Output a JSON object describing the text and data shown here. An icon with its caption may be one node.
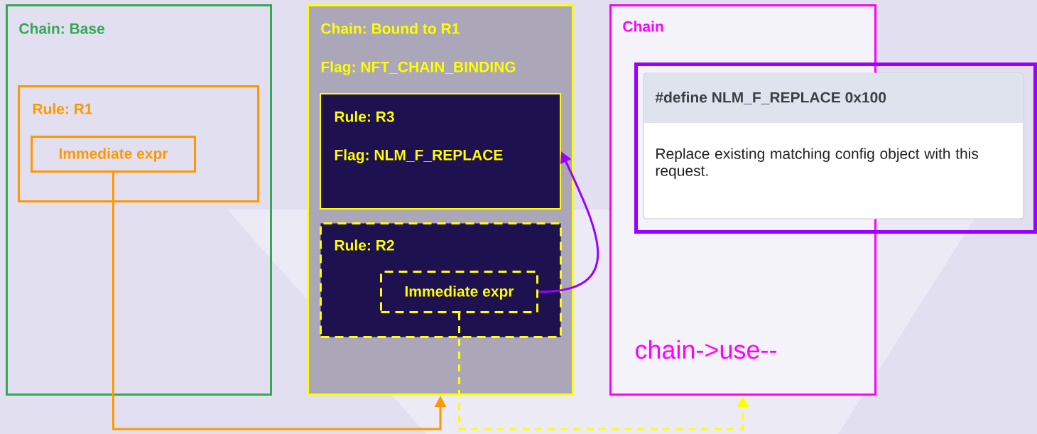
{
  "diagram": {
    "nodes": [
      {
        "text": [
          "Chain: Base"
        ]
      },
      {
        "text": [
          "Rule: R1"
        ],
        "in": 0
      },
      {
        "text": [
          "Immediate expr"
        ],
        "in": 1
      },
      {
        "text": [
          "Chain: Bound to R1",
          "Flag: NFT_CHAIN_BINDING"
        ]
      },
      {
        "text": [
          "Rule: R3",
          "Flag: NLM_F_REPLACE"
        ],
        "in": 3
      },
      {
        "text": [
          "Rule: R2"
        ],
        "in": 3
      },
      {
        "text": [
          "Immediate expr"
        ],
        "in": 5
      },
      {
        "text": [
          "Chain",
          "chain->use--"
        ]
      },
      {
        "text": [
          "#define NLM_F_REPLACE   0x100",
          "Replace existing matching config object with this request."
        ]
      }
    ],
    "edges": [
      {
        "from": 2,
        "to": 3,
        "arrow": "to",
        "color": "#ff9800"
      },
      {
        "from": 6,
        "to": 7,
        "arrow": "to",
        "style": "dashed",
        "color": "#ffff00"
      },
      {
        "from": 6,
        "to": 4,
        "arrow": "to",
        "color": "#9900ff"
      }
    ]
  }
}
